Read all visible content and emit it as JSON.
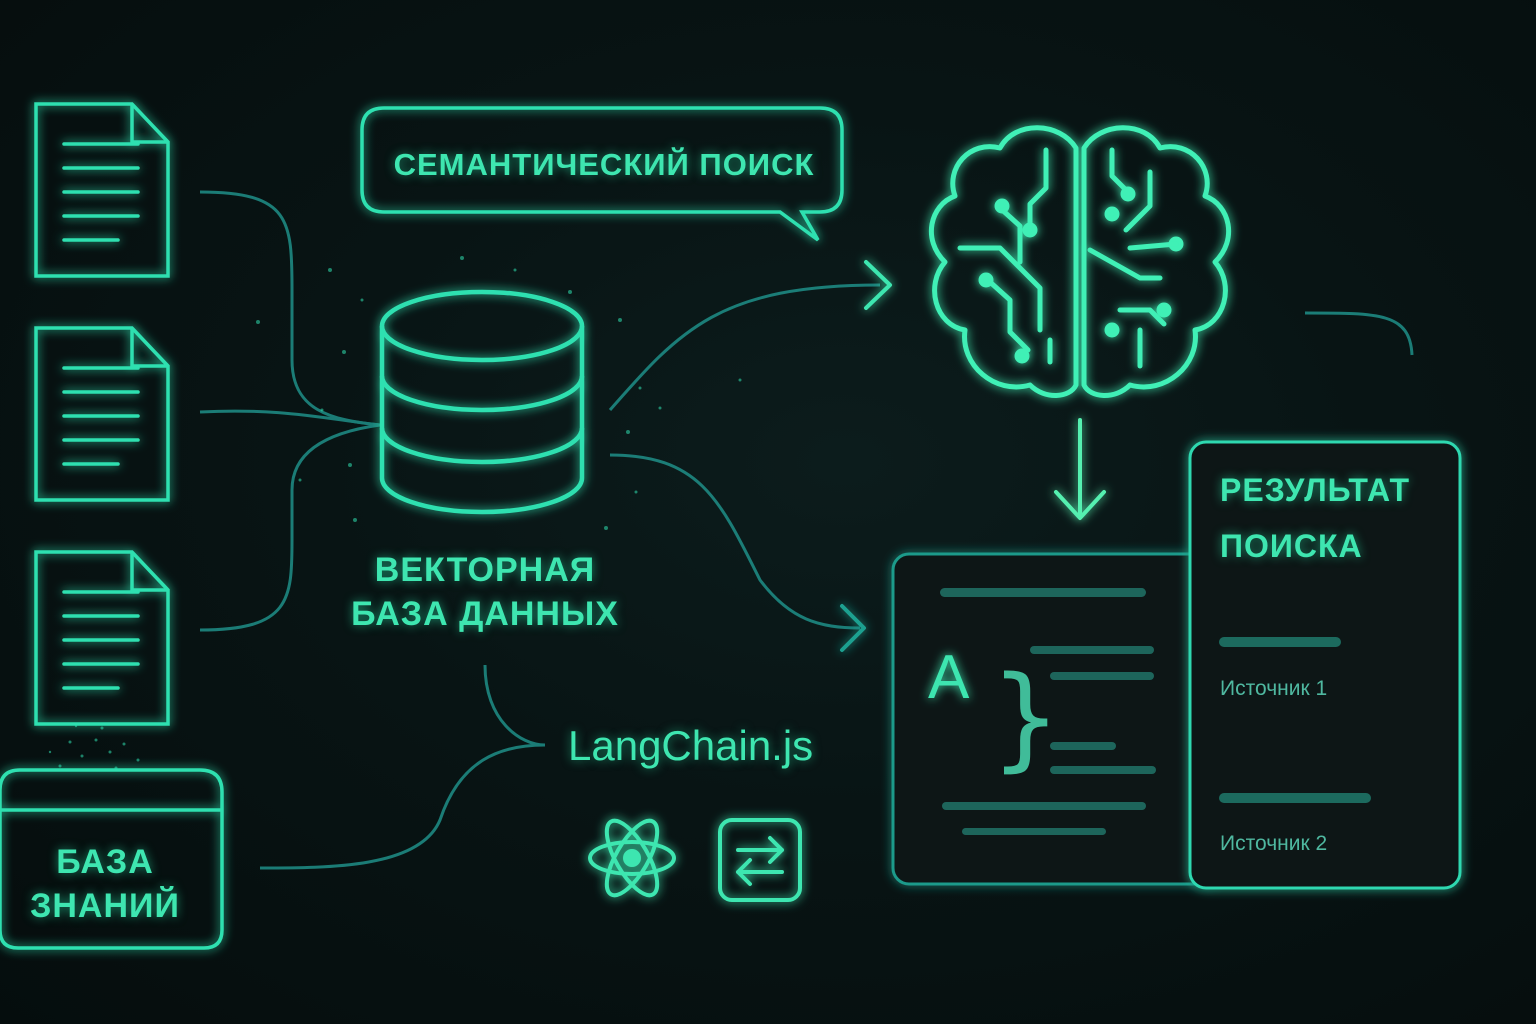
{
  "colors": {
    "background": "#071212",
    "accent": "#2fe0b0",
    "accent_bright": "#5cf5c4",
    "accent_dim": "#1f8f88"
  },
  "documents": [
    {
      "name": "document-1",
      "icon": "document-icon"
    },
    {
      "name": "document-2",
      "icon": "document-icon"
    },
    {
      "name": "document-3",
      "icon": "document-icon"
    }
  ],
  "search_bubble": {
    "label": "СЕМАНТИЧЕСКИЙ ПОИСК",
    "icon": "speech-bubble-icon"
  },
  "vector_db": {
    "label_line1": "ВЕКТОРНАЯ",
    "label_line2": "БАЗА ДАННЫХ",
    "icon": "database-icon"
  },
  "knowledge_base": {
    "label_line1": "БАЗА",
    "label_line2": "ЗНАНИЙ",
    "icon": "folder-icon"
  },
  "langchain": {
    "label": "LangChain.js",
    "icons": [
      "react-atom-icon",
      "exchange-arrows-icon"
    ]
  },
  "brain": {
    "icon": "brain-circuit-icon"
  },
  "editor_panel": {
    "glyph": "A",
    "brace": "}",
    "icon": "ai-text-icon"
  },
  "result_panel": {
    "title_line1": "РЕЗУЛЬТАТ",
    "title_line2": "ПОИСКА",
    "sources": [
      "Источник 1",
      "Источник 2"
    ]
  }
}
